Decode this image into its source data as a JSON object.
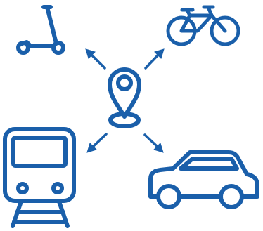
{
  "illustration": {
    "icons": [
      "kick-scooter-icon",
      "bicycle-icon",
      "location-pin-icon",
      "train-icon",
      "car-icon"
    ],
    "arrows": [
      "arrow-to-scooter",
      "arrow-to-bicycle",
      "arrow-to-train",
      "arrow-to-car"
    ]
  },
  "colors": {
    "primary": "#1a5faa",
    "background": "#ffffff"
  }
}
